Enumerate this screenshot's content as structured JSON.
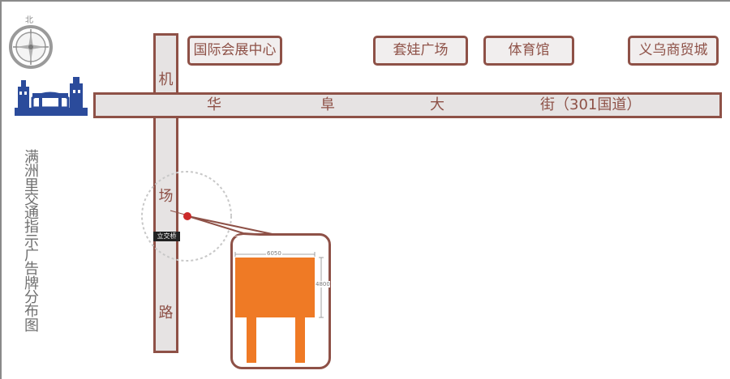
{
  "title": "满洲里交通指示广告牌分布图",
  "compass": {
    "north_label": "北"
  },
  "roads": {
    "horizontal": {
      "chars": [
        "华",
        "阜",
        "大",
        "街（301国道）"
      ]
    },
    "vertical": {
      "chars": [
        "机",
        "场",
        "路"
      ]
    }
  },
  "landmarks": [
    "国际会展中心",
    "套娃广场",
    "体育馆",
    "义乌商贸城"
  ],
  "bridge_label": "立交桥",
  "billboard": {
    "width_label": "6050",
    "height_label": "4800",
    "color": "#ef7a25"
  },
  "colors": {
    "road_border": "#8e5147",
    "road_fill": "#e6e3e3",
    "marker": "#cc2a2a",
    "logo": "#2b4b9b"
  },
  "icons": {
    "compass": "compass-icon",
    "logo": "city-logo-icon",
    "marker": "location-marker-icon"
  }
}
